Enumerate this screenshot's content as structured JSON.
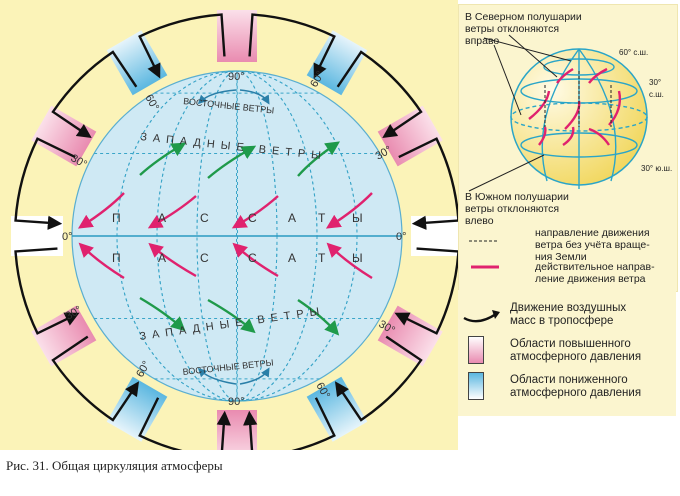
{
  "main_diagram": {
    "latitudes": {
      "pole_top": "90°",
      "pole_bottom": "90°",
      "sixty": "60°",
      "thirty": "30°",
      "equator": "0°"
    },
    "winds": {
      "easterlies": "ВОСТОЧНЫЕ ВЕТРЫ",
      "westerlies": "ЗАПАДНЫЕ ВЕТРЫ",
      "trade_winds_letters": [
        "П",
        "А",
        "С",
        "С",
        "А",
        "Т",
        "Ы"
      ]
    },
    "colors": {
      "high_pressure": "#e98bb0",
      "low_pressure": "#5bb7e0",
      "globe": "#cfe9f4",
      "trade_arrow": "#e0226e",
      "westerly_arrow": "#1f9a4a",
      "band": "#fbf3b8"
    }
  },
  "inset": {
    "north_note": [
      "В Северном полушарии",
      "ветры отклоняются",
      "вправо"
    ],
    "south_note": [
      "В Южном полушарии",
      "ветры отклоняются",
      "влево"
    ],
    "lat_60n": "60° с.ш.",
    "lat_30n": "30° с.ш.",
    "lat_30s": "30° ю.ш.",
    "dashed_legend": [
      "направление движения",
      "ветра без учёта враще-",
      "ния Земли"
    ],
    "solid_legend": [
      "действительное направ-",
      "ление движения ветра"
    ]
  },
  "legend": {
    "air_movement": [
      "Движение воздушных",
      "масс в тропосфере"
    ],
    "high_pressure": [
      "Области повышенного",
      "атмосферного давления"
    ],
    "low_pressure": [
      "Области пониженного",
      "атмосферного давления"
    ]
  },
  "caption": "Рис. 31. Общая циркуляция атмосферы"
}
